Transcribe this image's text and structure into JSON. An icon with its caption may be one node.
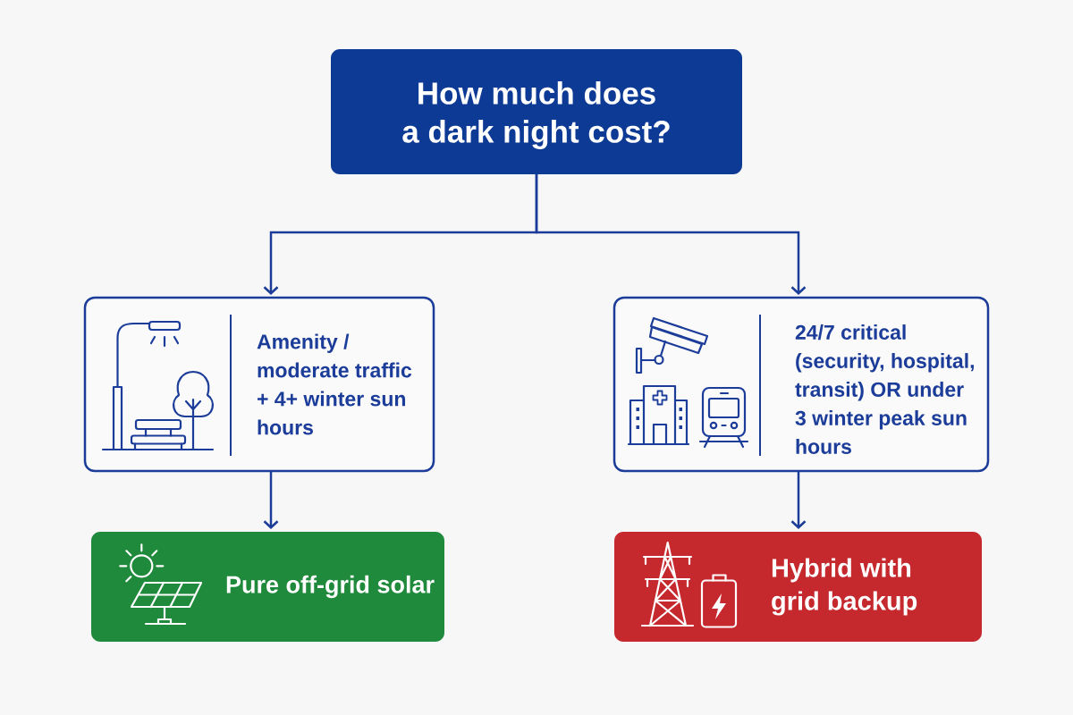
{
  "diagram": {
    "nodes": [
      {
        "text": [
          "How much does a dark night cost?"
        ]
      },
      {
        "text": [
          "Amenity / moderate traffic + 4+ winter sun hours"
        ]
      },
      {
        "text": [
          "24/7 critical (security, hospital, transit) OR under 3 winter peak sun hours"
        ]
      },
      {
        "text": [
          "Pure off-grid solar"
        ]
      },
      {
        "text": [
          "Hybrid with grid backup"
        ]
      }
    ],
    "edges": [
      {
        "from": 0,
        "to": 1,
        "arrow": "to"
      },
      {
        "from": 0,
        "to": 2,
        "arrow": "to"
      },
      {
        "from": 1,
        "to": 3,
        "arrow": "to"
      },
      {
        "from": 2,
        "to": 4,
        "arrow": "to"
      }
    ]
  }
}
